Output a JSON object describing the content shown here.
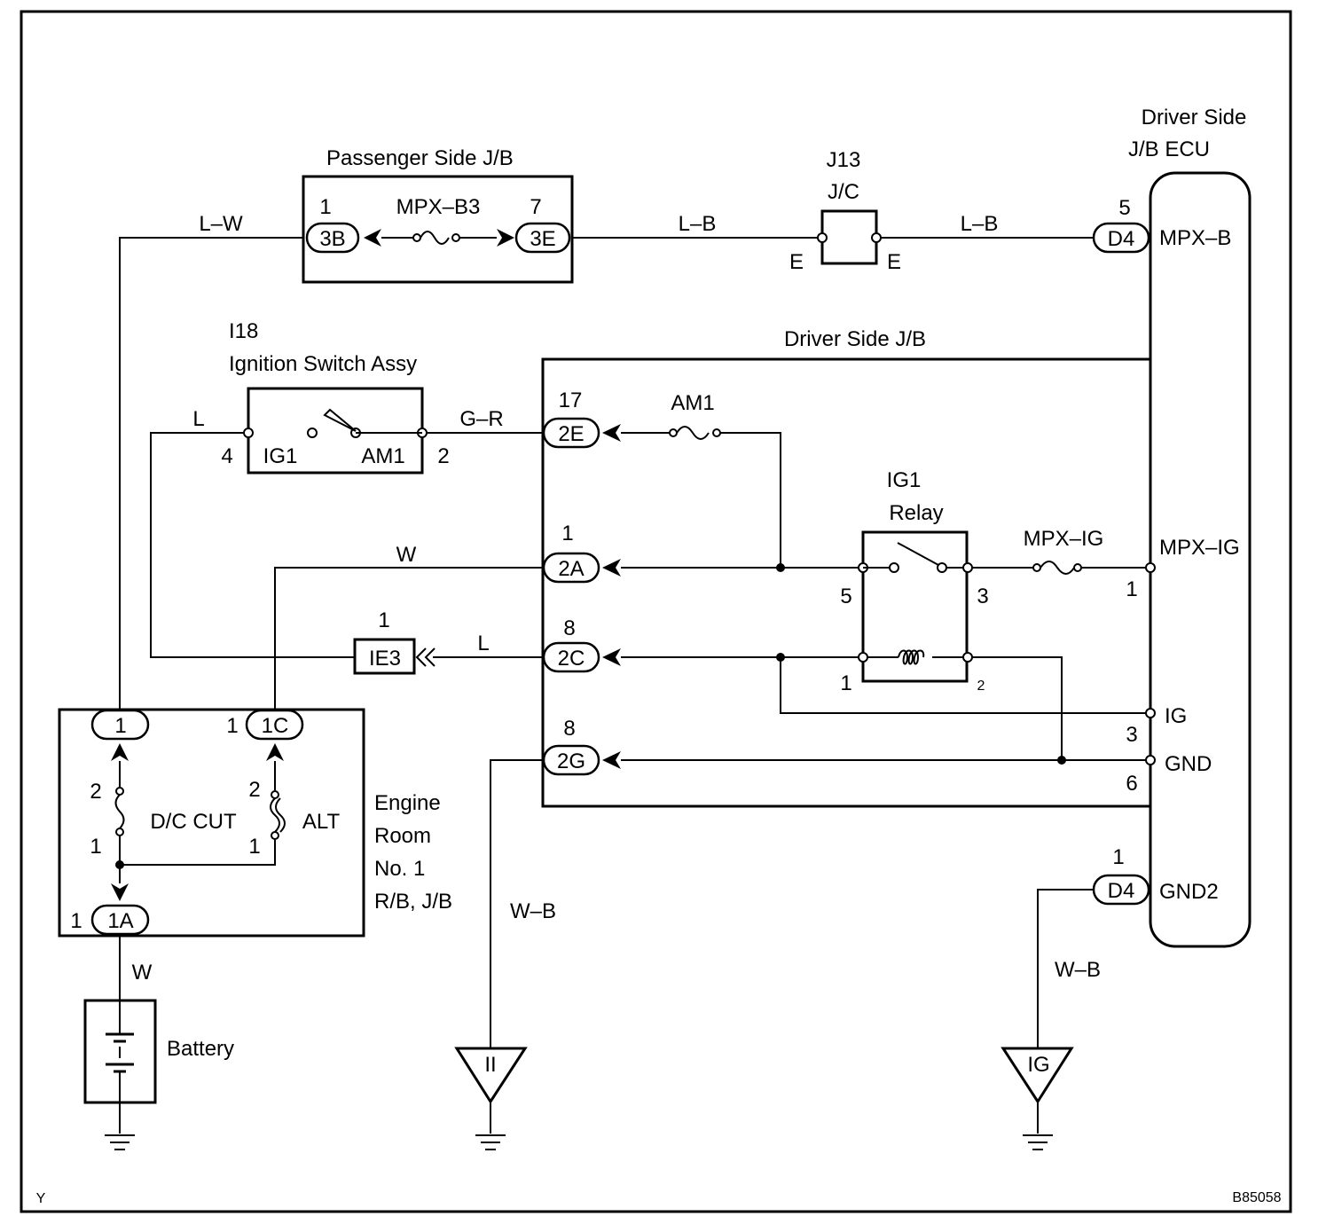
{
  "components": {
    "passenger_jb": "Passenger Side J/B",
    "j13_id": "J13",
    "j13_name": "J/C",
    "driver_ecu_line1": "Driver Side",
    "driver_ecu_line2": "J/B ECU",
    "ign_id": "I18",
    "ign_name": "Ignition Switch Assy",
    "driver_jb": "Driver Side J/B",
    "relay_line1": "IG1",
    "relay_line2": "Relay",
    "engine_rb_line1": "Engine",
    "engine_rb_line2": "Room",
    "engine_rb_line3": "No. 1",
    "engine_rb_line4": "R/B, J/B",
    "battery": "Battery"
  },
  "fuses": {
    "mpx_b3": "MPX–B3",
    "am1": "AM1",
    "mpx_ig": "MPX–IG",
    "dc_cut": "D/C CUT",
    "alt": "ALT"
  },
  "connectors": {
    "c3b": "3B",
    "c3e": "3E",
    "d4_top": "D4",
    "c2e": "2E",
    "c2a": "2A",
    "c2c": "2C",
    "c2g": "2G",
    "ie3": "IE3",
    "d4_bottom": "D4",
    "c1": "1",
    "c1c": "1C",
    "c1a": "1A"
  },
  "pins": {
    "p3b": "1",
    "p3e": "7",
    "pd4_top": "5",
    "e_left": "E",
    "e_right": "E",
    "ign_4": "4",
    "ign_2": "2",
    "ign_ig1": "IG1",
    "ign_am1": "AM1",
    "p2e": "17",
    "p2a": "1",
    "p2c": "8",
    "p2g": "8",
    "pie3": "1",
    "relay_5": "5",
    "relay_3": "3",
    "relay_1": "1",
    "relay_2": "2",
    "ecu_mpxig_num": "1",
    "ecu_ig_num": "3",
    "ecu_gnd_num": "6",
    "pd4_bottom": "1",
    "p1c": "1",
    "p1a": "1",
    "dc_2": "2",
    "dc_1": "1",
    "alt_2": "2",
    "alt_1": "1"
  },
  "ecu_terminals": {
    "mpx_b": "MPX–B",
    "mpx_ig": "MPX–IG",
    "ig": "IG",
    "gnd": "GND",
    "gnd2": "GND2"
  },
  "wires": {
    "lw": "L–W",
    "lb_left": "L–B",
    "lb_right": "L–B",
    "l_top": "L",
    "gr": "G–R",
    "w_mid": "W",
    "l_mid": "L",
    "w_bat": "W",
    "wb_ii": "W–B",
    "wb_ig": "W–B"
  },
  "grounds": {
    "ii": "II",
    "ig": "IG"
  },
  "footer": {
    "left": "Y",
    "code": "B85058"
  }
}
